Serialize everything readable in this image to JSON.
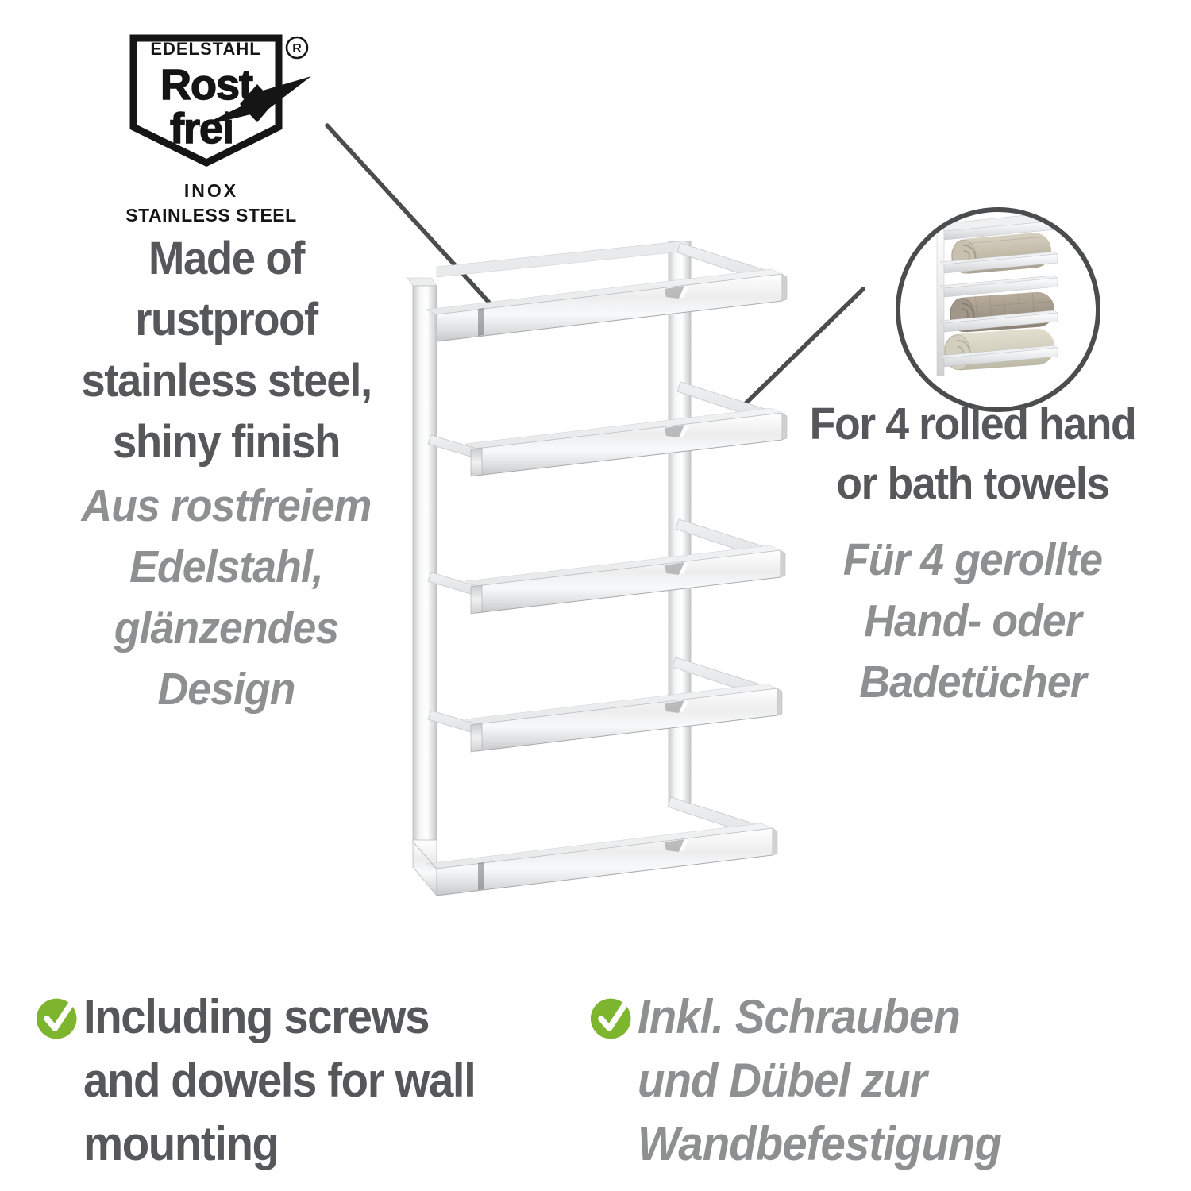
{
  "logo": {
    "edelstahl": "EDELSTAHL",
    "rost": "Rost",
    "frei": "frei",
    "registered": "R",
    "inox": "INOX",
    "stainless": "STAINLESS STEEL"
  },
  "features": {
    "material_en": {
      "lines": [
        "Made of",
        "rustproof",
        "stainless steel,",
        "shiny finish"
      ]
    },
    "material_de": {
      "lines": [
        "Aus rostfreiem",
        "Edelstahl,",
        "glänzendes",
        "Design"
      ]
    },
    "capacity_en": {
      "lines": [
        "For 4 rolled hand",
        "or bath towels"
      ]
    },
    "capacity_de": {
      "lines": [
        "Für 4 gerollte",
        "Hand- oder",
        "Badetücher"
      ]
    },
    "mounting_en": {
      "lines": [
        "Including screws",
        "and dowels for wall",
        "mounting"
      ]
    },
    "mounting_de": {
      "lines": [
        "Inkl. Schrauben",
        "und Dübel zur",
        "Wandbefestigung"
      ]
    }
  },
  "icons": {
    "checkmark": "green circle with white check",
    "rostfrei_seal": "black shield seal with shooting-star swoosh",
    "product": "chrome wall-mounted towel rack, 5 rails",
    "inset_photo": "towel rack holding three rolled towels"
  },
  "colors": {
    "text_dark": "#56575a",
    "text_gray": "#8e8f91",
    "accent_green": "#7db52e",
    "callout_line": "#4b4c4e",
    "seal_black": "#151515",
    "chrome_light": "#f5f6f7",
    "chrome_dark": "#c6c7c9"
  }
}
